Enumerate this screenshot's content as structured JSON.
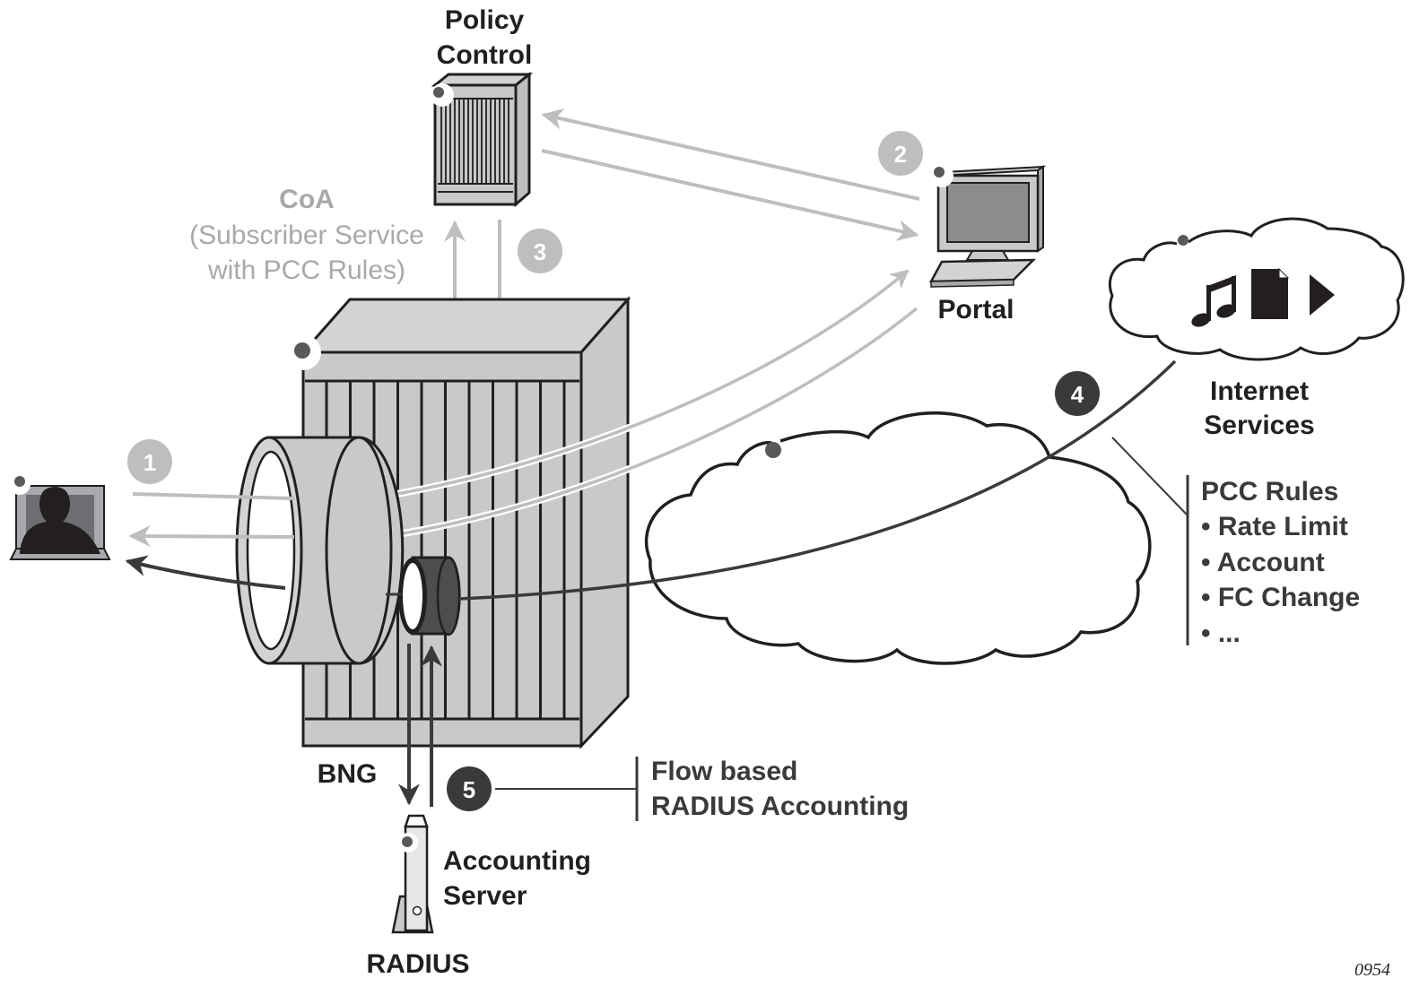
{
  "nodes": {
    "policy_control": {
      "line1": "Policy",
      "line2": "Control"
    },
    "portal": {
      "label": "Portal"
    },
    "internet_services": {
      "line1": "Internet",
      "line2": "Services"
    },
    "bng": {
      "label": "BNG"
    },
    "accounting_server": {
      "line1": "Accounting",
      "line2": "Server",
      "sub": "RADIUS"
    },
    "subscriber": {
      "label": ""
    }
  },
  "coa": {
    "line1": "CoA",
    "line2": "(Subscriber Service",
    "line3": "with PCC Rules)"
  },
  "steps": [
    {
      "number": "1",
      "style": "light"
    },
    {
      "number": "2",
      "style": "light"
    },
    {
      "number": "3",
      "style": "light"
    },
    {
      "number": "4",
      "style": "dark"
    },
    {
      "number": "5",
      "style": "dark"
    }
  ],
  "pcc_rules": {
    "title": "PCC Rules",
    "items": [
      "• Rate Limit",
      "• Account",
      "• FC Change",
      "• ..."
    ]
  },
  "radius_accounting": {
    "line1": "Flow based",
    "line2": "RADIUS Accounting"
  },
  "figure_id": "0954",
  "colors": {
    "light": "#bcbec0",
    "dark": "#3a3a3c",
    "outline": "#231f20",
    "fill": "#c8c9cb"
  }
}
